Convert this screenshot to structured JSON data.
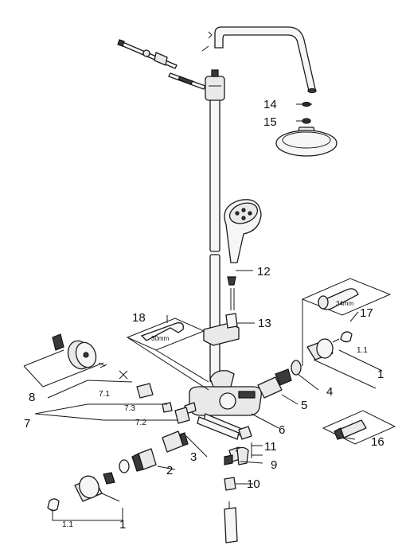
{
  "callouts": {
    "c14": "14",
    "c15": "15",
    "c12": "12",
    "c13": "13",
    "c17": "17",
    "c18": "18",
    "c1_1_right": "1.1",
    "c1_right": "1",
    "c4": "4",
    "c5": "5",
    "c6": "6",
    "c8": "8",
    "c7_1": "7.1",
    "c7_3": "7.3",
    "c7_2": "7.2",
    "c7": "7",
    "c11": "11",
    "c16": "16",
    "c3": "3",
    "c9": "9",
    "c2": "2",
    "c10": "10",
    "c1_left": "1",
    "c1_1_left": "1.1"
  },
  "tool_dims": {
    "wrench": "30mm",
    "key": "34mm"
  }
}
